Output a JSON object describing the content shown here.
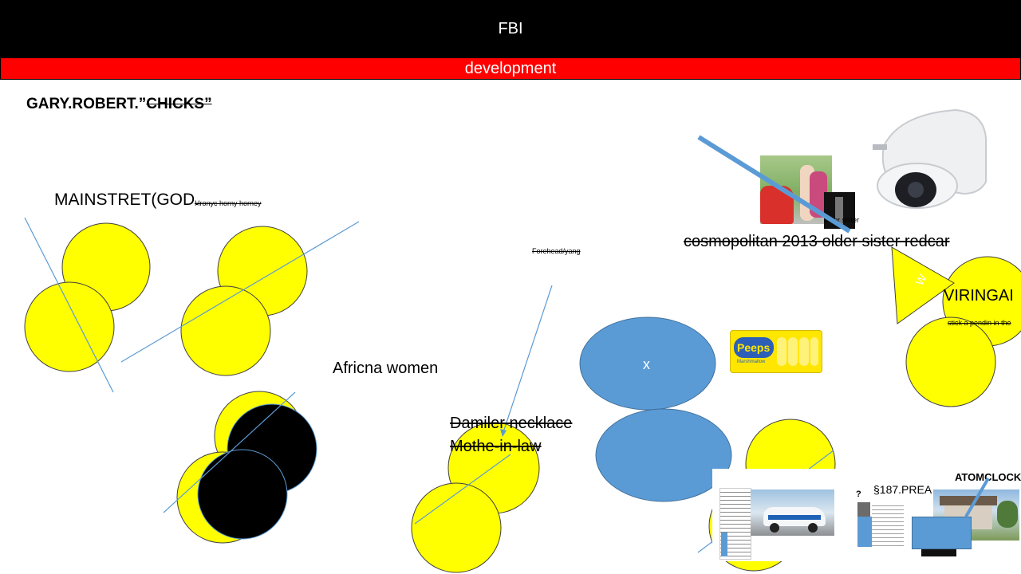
{
  "header": {
    "title": "FBI",
    "subtitle": "development"
  },
  "heading": {
    "main": "GARY.ROBERT.”",
    "struck": "CHICKS”"
  },
  "labels": {
    "mainstret": "MAINSTRET(GOD.",
    "mainstret_small": "Hronyc horny horney",
    "forehead": "Forehead/yang",
    "africna": "Africna women",
    "damiler": "Damiler necklace",
    "mothe": "Mothe-in-law",
    "ellipse_x": "x",
    "cosmopolitan": "cosmopolitan 2013 older sister redcar",
    "older_sister_small": "older sister",
    "viringai": "VIRINGAI",
    "stick_small": "stick a pendin in the",
    "triangle_mark": "W",
    "prea": "§187.PREA",
    "question": "?",
    "atomclock": "ATOMCLOCK"
  },
  "images": {
    "peeps_brand": "Peeps",
    "peeps_sub": "Marshmallow"
  },
  "colors": {
    "header_bg": "#000000",
    "subheader_bg": "#ff0000",
    "yellow": "#ffff00",
    "blue": "#5b9bd5",
    "line_blue": "#5b9bd5"
  }
}
